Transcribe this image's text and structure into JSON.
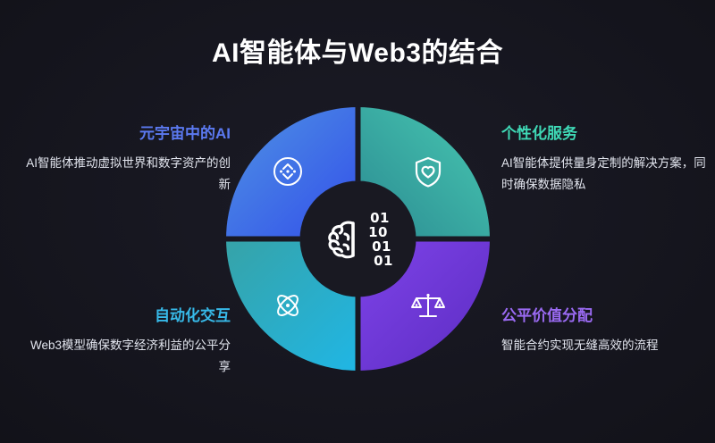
{
  "page": {
    "title": "AI智能体与Web3的结合",
    "background_color": "#14141c"
  },
  "center": {
    "icon": "brain-icon",
    "binary_lines": [
      "01",
      "10",
      "01",
      "01"
    ],
    "disc_color": "#191922"
  },
  "quadrants": [
    {
      "id": "metaverse-ai",
      "position": "top-left",
      "icon": "navigate-circle-icon",
      "color_from": "#4b8ae0",
      "color_to": "#3455e8"
    },
    {
      "id": "personalized-service",
      "position": "top-right",
      "icon": "shield-heart-icon",
      "color_from": "#45c3b4",
      "color_to": "#2b8d90"
    },
    {
      "id": "automated-interaction",
      "position": "bottom-left",
      "icon": "atom-icon",
      "color_from": "#34a3a8",
      "color_to": "#22b4e2"
    },
    {
      "id": "fair-value-distribution",
      "position": "bottom-right",
      "icon": "balance-scale-icon",
      "color_from": "#7b3fe4",
      "color_to": "#5f2fc6"
    }
  ],
  "blocks": {
    "top_left": {
      "heading": "元宇宙中的AI",
      "heading_color": "#5b79f0",
      "body": "AI智能体推动虚拟世界和数字资产的创新"
    },
    "top_right": {
      "heading": "个性化服务",
      "heading_color": "#3fd9b6",
      "body": "AI智能体提供量身定制的解决方案，同时确保数据隐私"
    },
    "bottom_left": {
      "heading": "自动化交互",
      "heading_color": "#37b9e8",
      "body": "Web3模型确保数字经济利益的公平分享"
    },
    "bottom_right": {
      "heading": "公平价值分配",
      "heading_color": "#9a6af2",
      "body": "智能合约实现无缝高效的流程"
    }
  }
}
